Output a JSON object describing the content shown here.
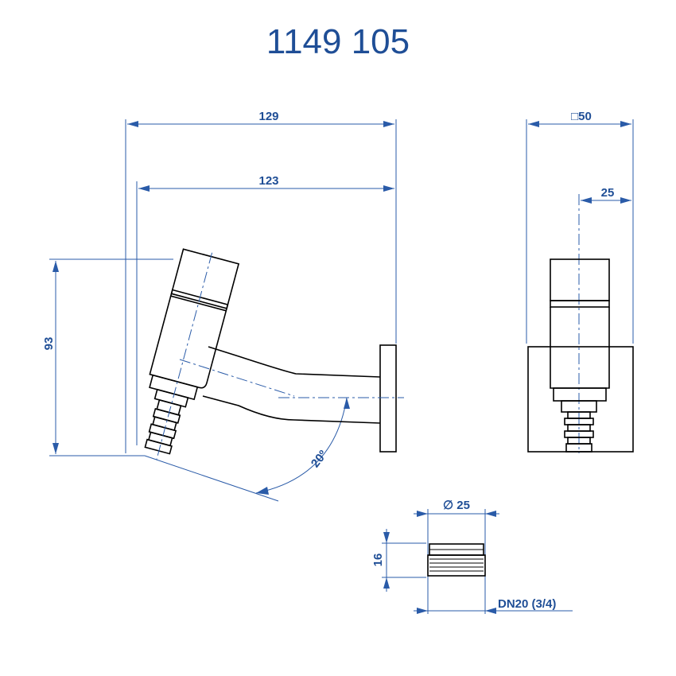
{
  "title": "1149 105",
  "dimensions": {
    "overall_length": "129",
    "spout_length": "123",
    "height": "93",
    "angle": "20º",
    "plate_square": "□50",
    "axis_offset": "25",
    "thread_diameter": "∅ 25",
    "thread_height": "16",
    "thread_spec": "DN20 (3/4)"
  }
}
